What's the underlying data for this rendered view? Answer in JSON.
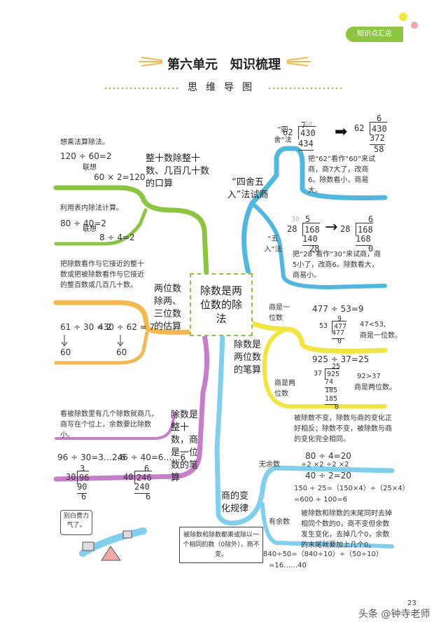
{
  "header": {
    "tag": "知识点汇总",
    "title": "第六单元　知识梳理",
    "subtitle": "思维导图"
  },
  "center": {
    "label": "除数是两位数的除法"
  },
  "branch_oral": {
    "label": "整十数除整十数、几百几十数的口算",
    "note1": "想乘法算除法。",
    "eq1": "120 ÷ 60=2",
    "lianxiang1": "联想",
    "eq1b": "60 × 2=120",
    "note2": "利用表内除法计算。",
    "eq2": "80 ÷ 40=2",
    "lianxiang2": "联想",
    "eq2b": "8 ÷ 4=2"
  },
  "branch_estimate": {
    "label": "两位数除两、三位数的估算",
    "note": "把除数看作与它接近的整十数或把被除数看作与它接近的整百数或几百几十数。",
    "eq1": "61 ÷ 30 ≈ 2",
    "eq1v": "60",
    "eq2": "430 ÷ 62 ≈ 7",
    "eq2v": "60"
  },
  "branch_whole_ten": {
    "label": "除数是整十数，商是一位数的笔算",
    "note": "看被除数里有几个除数就商几，商写在个位上，余数要比除数小。",
    "eq1": "96 ÷ 30=3……6",
    "eq2": "246 ÷ 40=6……6",
    "div1": {
      "q": "3",
      "divisor": "30",
      "dividend": "96",
      "prod": "90",
      "rem": "6"
    },
    "div2": {
      "q": "6",
      "divisor": "40",
      "dividend": "246",
      "prod": "240",
      "rem": "6"
    },
    "bubble": "别白费力气了。"
  },
  "branch_trial": {
    "label": "“四舍五入”法试商",
    "si_label": "“四舍”法",
    "si_note": "把“62”看作“60”来试商，商7大了，改商6。除数看小，商易大。",
    "wu_label": "“五入”法",
    "wu_note": "把“28”看作“30”来试商，商5小了，改商6。除数看大，商易小。",
    "si_div1": {
      "q": "7",
      "divisor": "62",
      "dividend": "430",
      "prod": "434",
      "hint": "60"
    },
    "si_div2": {
      "q": "6",
      "divisor": "62",
      "dividend": "430",
      "prod": "372",
      "rem": "58"
    },
    "wu_div1": {
      "q": "5",
      "divisor": "28",
      "dividend": "168",
      "prod": "140",
      "rem": "28",
      "hint": "30"
    },
    "wu_div2": {
      "q": "6",
      "divisor": "28",
      "dividend": "168",
      "prod": "168",
      "rem": "0"
    }
  },
  "branch_two_digit": {
    "label": "除数是两位数的笔算",
    "one_label": "商是一位数",
    "eq1": "477 ÷ 53=9",
    "one_note1": "47<53,",
    "one_note2": "商是一位数。",
    "two_label": "商是两位数",
    "eq2": "925 ÷ 37=25",
    "two_note1": "92>37",
    "two_note2": "商是两位数。",
    "div1": {
      "q": "9",
      "divisor": "53",
      "dividend": "477",
      "prod": "477",
      "rem": "0"
    },
    "div2": {
      "q": "25",
      "divisor": "37",
      "dividend": "925",
      "p1": "74",
      "mid": "185",
      "p2": "185",
      "rem": "0"
    }
  },
  "branch_quotient": {
    "label": "商的变化规律",
    "intro": "被除数不变，除数与商的变化正好相反；除数不变，被除数与商的变化完全相同。",
    "no_rem_label": "无余数",
    "nr_eq1": "80 ÷ 4=20",
    "nr_eq2": "÷2 ×2 ÷2 ×2",
    "nr_eq3": "40 ÷ 2=20",
    "nr_eq4": "150 ÷ 25=（150×4）÷（25×4）",
    "nr_eq5": "=600 ÷ 100=6",
    "rem_label": "有余数",
    "rem_note": "被除数和除数的末尾同时去掉相同个数的0，商不变但余数发生变化，去掉几个0，余数的末尾就要加上几个0。",
    "r_eq1": "840÷50=（840÷10）÷（50÷10）",
    "r_eq2": "=16……40",
    "box": "被除数和除数都乘或除以一个相同的数（0除外），商不变。"
  },
  "footer": {
    "page": "23",
    "watermark": "头条 @钟寺老师"
  },
  "colors": {
    "green": "#8cc63f",
    "blue": "#4fb8e0",
    "orange": "#f6b84a",
    "purple": "#c77dc9",
    "yellow": "#f2e63c",
    "lightblue": "#7fd0ee"
  }
}
